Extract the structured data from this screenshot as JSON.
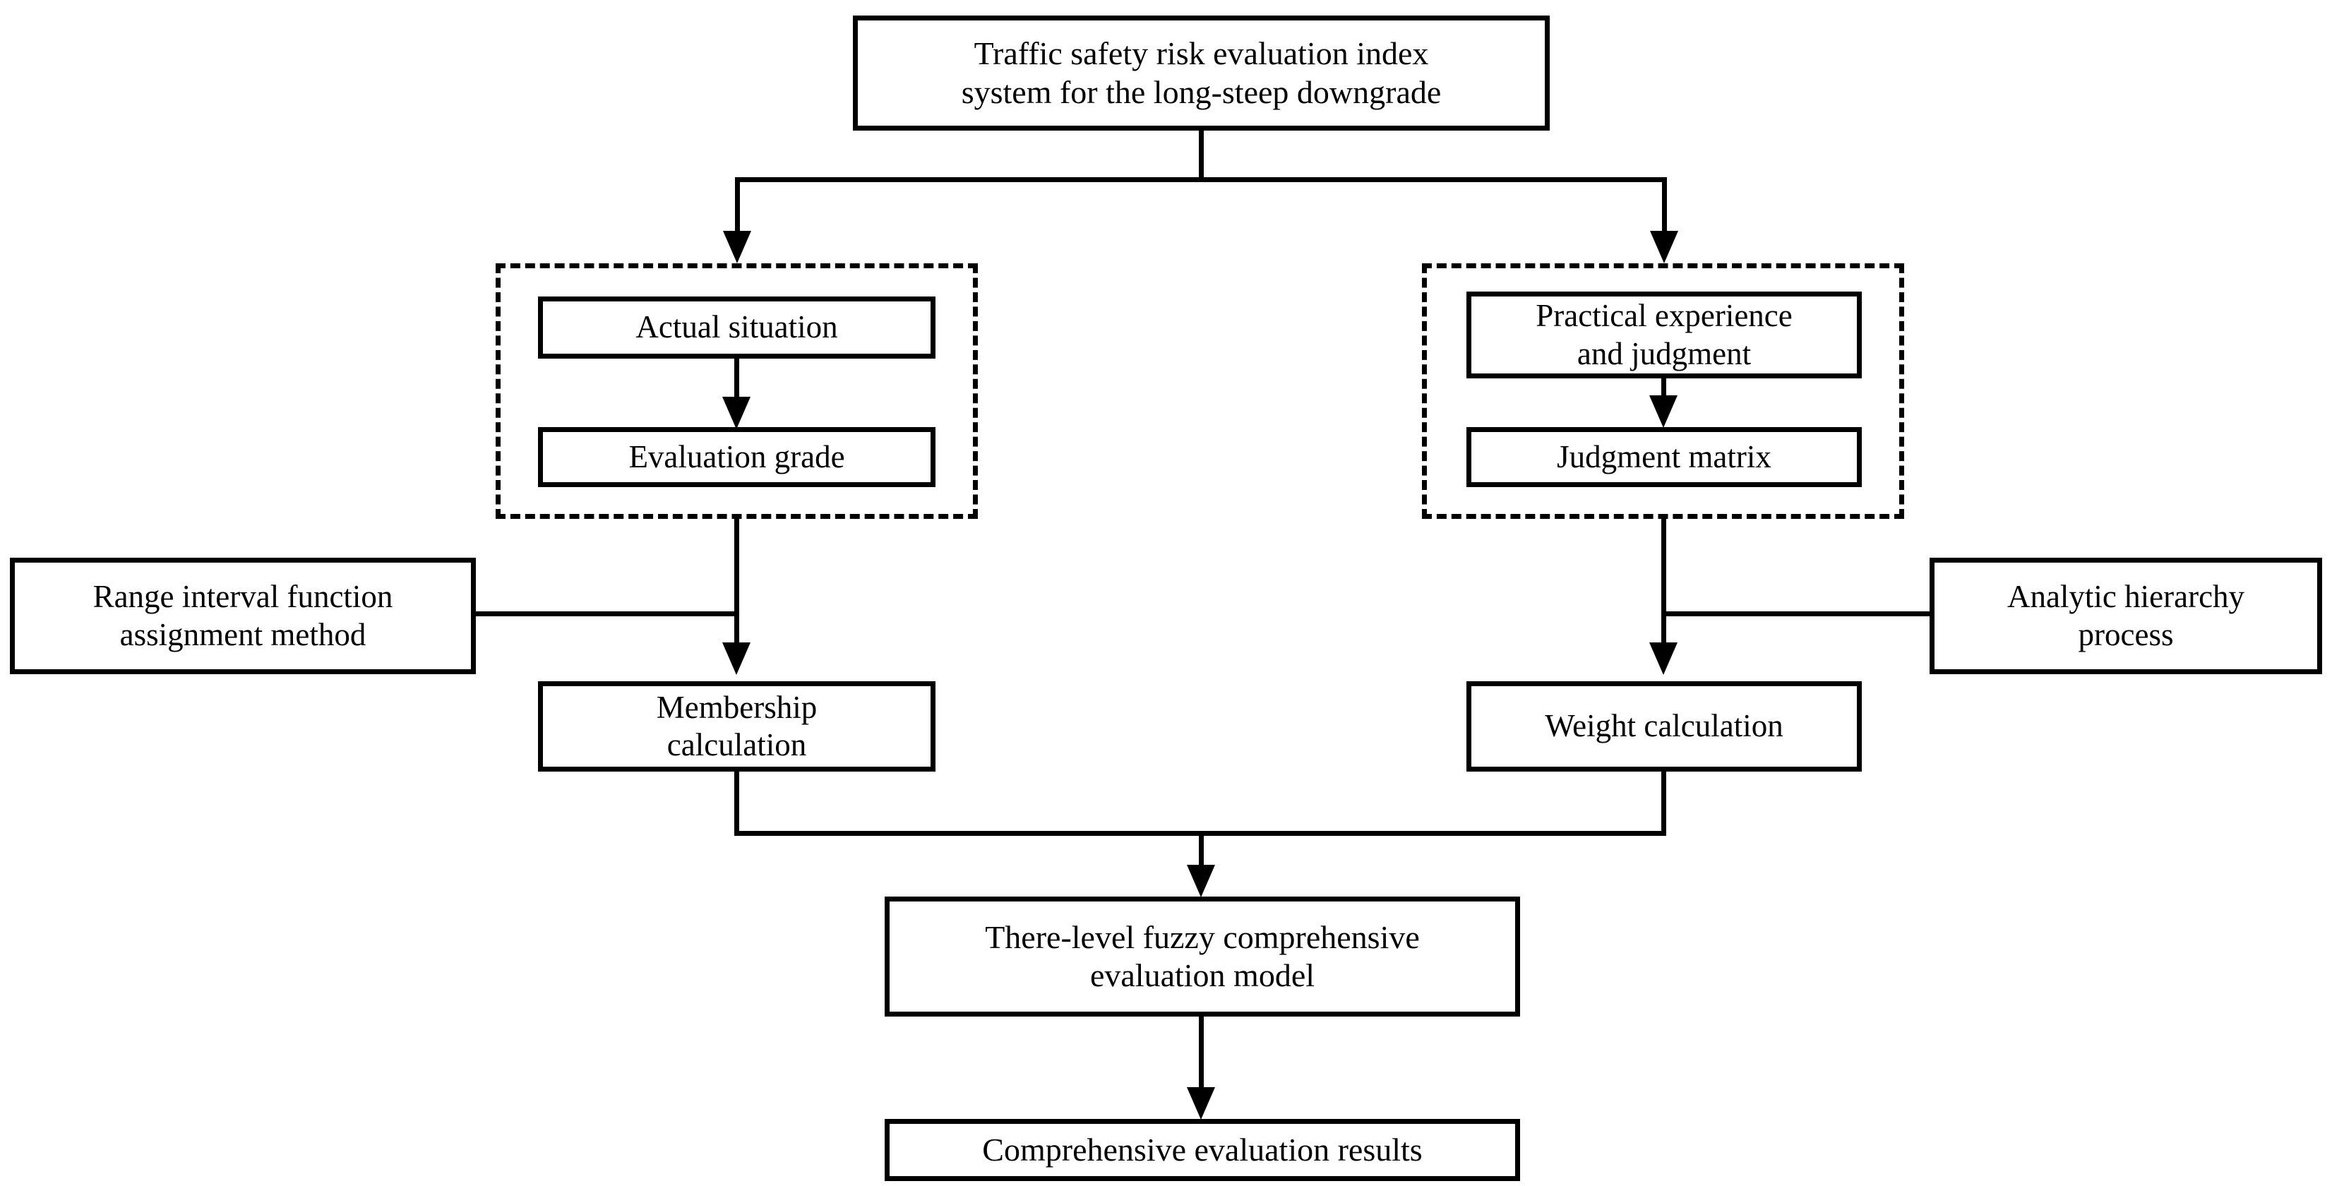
{
  "diagram": {
    "title_box": {
      "label": "Traffic safety risk evaluation index\nsystem for the long-steep downgrade"
    },
    "left_group": {
      "name": "actual-situation-group",
      "boxes": [
        {
          "label": "Actual situation"
        },
        {
          "label": "Evaluation grade"
        }
      ]
    },
    "right_group": {
      "name": "practical-experience-group",
      "boxes": [
        {
          "label": "Practical experience\nand judgment"
        },
        {
          "label": "Judgment matrix"
        }
      ]
    },
    "side_boxes": {
      "left": {
        "label": "Range interval function\nassignment method"
      },
      "right": {
        "label": "Analytic hierarchy\nprocess"
      }
    },
    "calculation_boxes": {
      "left": {
        "label": "Membership\ncalculation"
      },
      "right": {
        "label": "Weight calculation"
      }
    },
    "model_box": {
      "label": "There-level fuzzy comprehensive\nevaluation model"
    },
    "results_box": {
      "label": "Comprehensive evaluation results"
    },
    "colors": {
      "stroke": "#000000",
      "background": "#ffffff",
      "text": "#000000"
    }
  }
}
